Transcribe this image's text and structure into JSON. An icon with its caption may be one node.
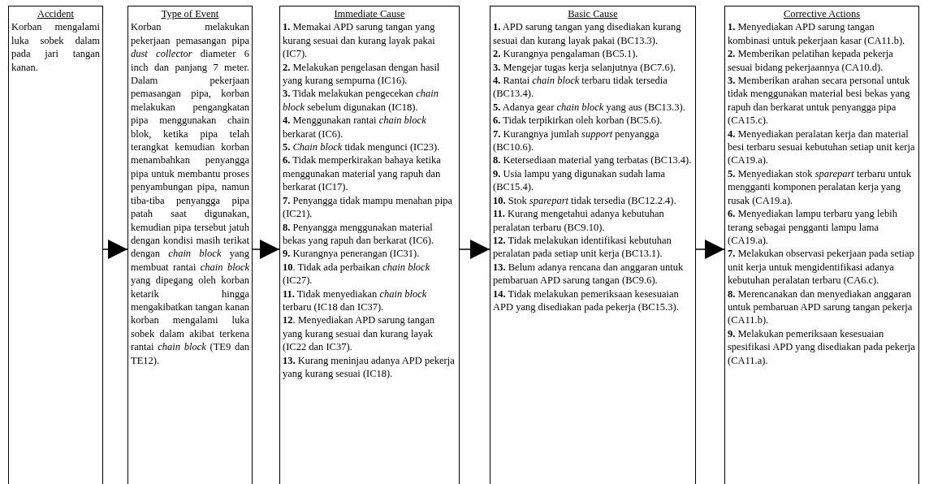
{
  "diagram": {
    "nodes": [
      {
        "text": [
          "Accident",
          "Korban mengalami luka sobek dalam pada jari tangan kanan."
        ]
      },
      {
        "text": [
          "Type of Event",
          "Korban melakukan pekerjaan pemasangan pipa *dust collector* diameter 6 inch dan panjang 7 meter. Dalam pekerjaan pemasangan pipa, korban melakukan pengangkatan pipa menggunakan chain blok, ketika pipa telah terangkat kemudian korban menambahkan penyangga pipa untuk membantu proses penyambungan pipa, namun tiba-tiba penyangga pipa patah saat digunakan, kemudian pipa tersebut jatuh dengan kondisi masih terikat dengan *chain block* yang membuat rantai *chain block* yang dipegang oleh korban ketarik hingga mengakibatkan tangan kanan korban mengalami luka sobek dalam akibat terkena rantai *chain block* (TE9 dan TE12)."
        ]
      },
      {
        "text": [
          "Immediate Cause",
          "**1.** Memakai APD sarung tangan yang kurang sesuai dan kurang layak pakai (IC7).",
          "**2.** Melakukan pengelasan dengan hasil yang kurang sempurna (IC16).",
          "**3.** Tidak melakukan pengecekan *chain block* sebelum digunakan (IC18).",
          "**4.** Menggunakan rantai *chain block* berkarat (IC6).",
          "**5.** *Chain block* tidak mengunci (IC23).",
          "**6.** Tidak memperkirakan bahaya ketika menggunakan material yang rapuh dan berkarat (IC17).",
          "**7.** Penyangga tidak mampu menahan pipa (IC21).",
          "**8.** Penyangga menggunakan material bekas yang rapuh dan berkarat (IC6).",
          "**9.** Kurangnya penerangan (IC31).",
          "**10**. Tidak ada perbaikan *chain block* (IC27).",
          "**11.** Tidak menyediakan *chain block* terbaru (IC18 dan IC37).",
          "**12**. Menyediakan APD sarung tangan yang kurang sesuai dan kurang layak (IC22 dan IC37).",
          "**13.** Kurang meninjau adanya APD pekerja yang kurang sesuai (IC18)."
        ]
      },
      {
        "text": [
          "Basic Cause",
          "**1.** APD sarung tangan yang disediakan kurang sesuai dan kurang layak pakai (BC13.3).",
          "**2.** Kurangnya pengalaman (BC5.1).",
          "**3.** Mengejar tugas kerja selanjutnya (BC7.6).",
          "**4.** Rantai *chain block* terbaru tidak tersedia (BC13.4).",
          "**5.** Adanya gear *chain block* yang aus (BC13.3).",
          "**6.** Tidak terpikirkan oleh korban (BC5.6).",
          "**7.** Kurangnya jumlah *support* penyangga (BC10.6).",
          "**8.** Ketersediaan material yang terbatas (BC13.4).",
          "**9.** Usia lampu yang digunakan sudah lama (BC15.4).",
          "**10.** Stok *sparepart* tidak tersedia (BC12.2.4).",
          "**11.** Kurang mengetahui adanya kebutuhan peralatan terbaru (BC9.10).",
          "**12.** Tidak melakukan identifikasi kebutuhan peralatan pada setiap unit kerja (BC13.1).",
          "**13.** Belum adanya rencana dan anggaran untuk pembaruan APD sarung tangan (BC9.6).",
          "**14.** Tidak melakukan pemeriksaan kesesuaian APD yang disediakan pada pekerja (BC15.3)."
        ]
      },
      {
        "text": [
          "Corrective Actions",
          "**1.** Menyediakan APD sarung tangan kombinasi untuk pekerjaan kasar (CA11.b).",
          "**2.** Memberikan pelatihan kepada pekerja sesuai bidang pekerjaannya (CA10.d).",
          "**3.** Memberikan arahan secara personal untuk tidak menggunakan material besi bekas yang rapuh dan berkarat untuk penyangga pipa (CA15.c).",
          "**4.** Menyediakan peralatan kerja dan material besi terbaru sesuai kebutuhan setiap unit kerja (CA19.a).",
          "**5.** Menyediakan stok *sparepart* terbaru untuk mengganti komponen peralatan kerja yang rusak (CA19.a).",
          "**6.** Menyediakan lampu terbaru yang lebih terang sebagai pengganti lampu lama (CA19.a).",
          "**7.** Melakukan observasi pekerjaan pada setiap unit kerja untuk mengidentifikasi adanya kebutuhan peralatan terbaru (CA6.c).",
          "**8.** Merencanakan dan menyediakan anggaran untuk pembaruan APD sarung tangan pekerja (CA11.b).",
          "**9.** Melakukan pemeriksaan kesesuaian spesifikasi APD yang disediakan pada pekerja (CA11.a)."
        ]
      }
    ],
    "edges": [
      {
        "from": 0,
        "to": 1,
        "arrow": "to"
      },
      {
        "from": 1,
        "to": 2,
        "arrow": "to"
      },
      {
        "from": 2,
        "to": 3,
        "arrow": "to"
      },
      {
        "from": 3,
        "to": 4,
        "arrow": "to"
      }
    ]
  }
}
